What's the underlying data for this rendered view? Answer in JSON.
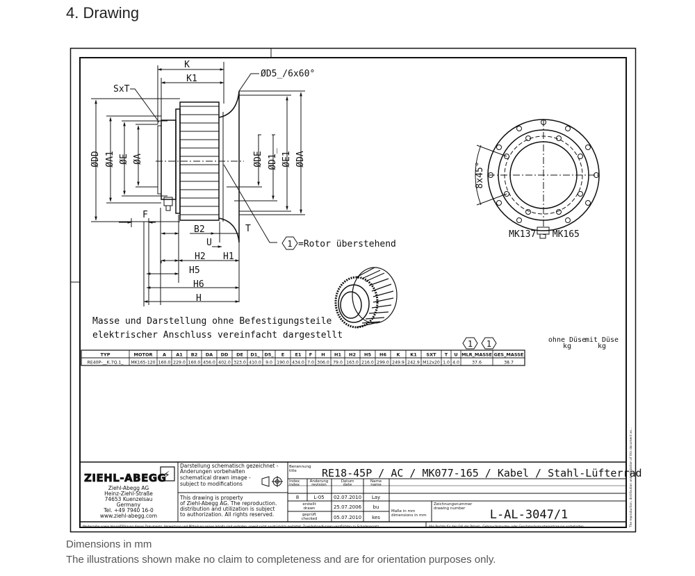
{
  "page": {
    "heading": "4. Drawing",
    "caption_line1": "Dimensions in mm",
    "caption_line2": "The illustrations shown make no claim to completeness and are for orientation purposes only."
  },
  "side_view": {
    "labels": {
      "K": "K",
      "K1": "K1",
      "SxT": "SxT",
      "D5": "ØD5_/6x60°",
      "DD": "ØDD",
      "A1": "ØA1",
      "E": "ØE",
      "A": "ØA",
      "DE": "ØDE",
      "D1": "ØD1_",
      "E1": "ØE1",
      "DA": "ØDA",
      "F": "F",
      "B2": "B2",
      "T": "T",
      "U": "U",
      "H2": "H2",
      "H1": "H1",
      "H5": "H5",
      "H6": "H6",
      "H": "H"
    },
    "rotor_marker": "1",
    "rotor_note": "=Rotor überstehend"
  },
  "front_view": {
    "angle_label": "8x45°",
    "caption": "MK137 - MK165"
  },
  "notes": {
    "line1": "Masse und Darstellung ohne Befestigungsteile",
    "line2": "elektrischer Anschluss vereinfacht dargestellt"
  },
  "mass_headers": {
    "without": "ohne Düse",
    "without_unit": "kg",
    "with": "mit Düse",
    "with_unit": "kg",
    "k_marker": "1",
    "k1_marker": "1"
  },
  "dimension_table": {
    "headers": [
      "TYP",
      "MOTOR",
      "A",
      "A1",
      "B2",
      "DA",
      "DD",
      "DE",
      "D1_",
      "D5_",
      "E",
      "E1",
      "F",
      "H",
      "H1",
      "H2",
      "H5",
      "H6",
      "K",
      "K1",
      "SXT",
      "T",
      "U",
      "MLR_MASSE",
      "GES_MASSE"
    ],
    "rows": [
      [
        "RE40P-__K.7Q.1_",
        "MK165-120",
        "160.0",
        "229.0",
        "160.0",
        "456.0",
        "402.0",
        "323.0",
        "410.0",
        "9.0",
        "190.0",
        "434.0",
        "7.0",
        "306.0",
        "79.0",
        "163.0",
        "216.0",
        "299.0",
        "249.9",
        "242.9",
        "M12x20",
        "1.0",
        "4.0",
        "37.6",
        "38.7"
      ]
    ]
  },
  "title_block": {
    "company_logo": "ZIEHL-ABEGG",
    "company_address": [
      "Ziehl-Abegg AG",
      "Heinz-Ziehl-Straße",
      "74653 Kuenzelsau",
      "Germany",
      "Tel. +49 7940 16-0",
      "www.ziehl-abegg.com"
    ],
    "schematic_note": [
      "Darstellung schematisch gezeichnet -",
      "Änderungen vorbehalten",
      "schematical drawn image -",
      "subject to modifications"
    ],
    "property_note": [
      "This drawing is property",
      "of Ziehl-Abegg AG.  The reproduction.",
      "distribution and utilization  is subject",
      "to authorization.  All rights reserved."
    ],
    "title_label": [
      "Benennung",
      "title"
    ],
    "title": "RE18-45P / AC / MK077-165 / Kabel / Stahl-Lüfterrad",
    "index_header": [
      "Index",
      "index"
    ],
    "change_header": [
      "Änderung",
      "revision"
    ],
    "date_header": [
      "Datum",
      "date"
    ],
    "name_header": [
      "Name",
      "name"
    ],
    "revision": {
      "index": "8",
      "change": "L-05",
      "date": "02.07.2010",
      "name": "Lay"
    },
    "drawn_label": [
      "erstellt",
      "drawn"
    ],
    "drawn": {
      "date": "25.07.2006",
      "name": "bu"
    },
    "checked_label": [
      "geprüft",
      "checked"
    ],
    "checked": {
      "date": "05.07.2010",
      "name": "kes"
    },
    "units_note": [
      "Maße in mm",
      "dimensions in mm"
    ],
    "drawing_number_label": [
      "Zeichnungsnummer",
      "drawing number"
    ],
    "drawing_number": "L-AL-3047/1",
    "footer_left": "Weitergabe sowie Vervielfältigung dieses Dokuments, Verwertung und Mitteilung seines Inhalts sind verboten, soweit nicht ausdrücklich gestattet. Zuwiderhandlungen verpflichten zu Schadenersatz.",
    "footer_right": "Alle Rechte für den Fall der Patent-, Gebrauchsmuster- oder Geschmacksmustereintragung vorbehalten.",
    "side_note": "The reproduction, distribution and utilization of this document as..."
  }
}
